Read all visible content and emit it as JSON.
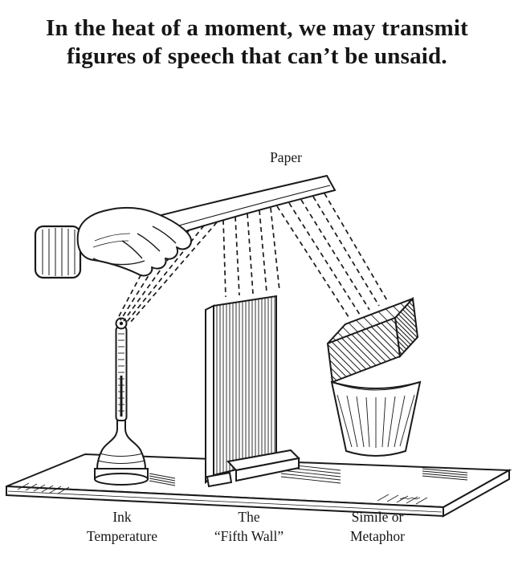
{
  "title": {
    "line1": "In the heat of a moment, we may transmit",
    "line2": "figures of speech that can’t be unsaid."
  },
  "diagram": {
    "labels": {
      "paper": "Paper",
      "ink_line1": "Ink",
      "ink_line2": "Temperature",
      "wall_line1": "The",
      "wall_line2": "“Fifth Wall”",
      "simile_line1": "Simile or",
      "simile_line2": "Metaphor"
    },
    "colors": {
      "ink": "#1a1a1a",
      "background": "#ffffff"
    }
  }
}
